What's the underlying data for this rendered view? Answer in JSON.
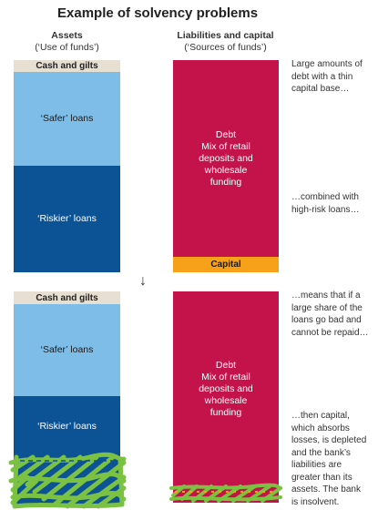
{
  "title": "Example of solvency problems",
  "assets_header": {
    "title": "Assets",
    "subtitle": "(‘Use of funds’)"
  },
  "liabilities_header": {
    "title": "Liabilities and capital",
    "subtitle": "(‘Sources of funds’)"
  },
  "top": {
    "cash": "Cash and gilts",
    "safer": "‘Safer’ loans",
    "riskier": "‘Riskier’ loans",
    "debt": [
      "Debt",
      "Mix of retail",
      "deposits and",
      "wholesale",
      "funding"
    ],
    "capital": "Capital",
    "note1": [
      "Large amounts of",
      "debt with a thin",
      "capital base…"
    ],
    "note2": [
      "…combined with",
      "high-risk loans…"
    ]
  },
  "arrow": "↓",
  "bottom": {
    "cash": "Cash and gilts",
    "safer": "‘Safer’ loans",
    "riskier": "‘Riskier’ loans",
    "debt": [
      "Debt",
      "Mix of retail",
      "deposits and",
      "wholesale",
      "funding"
    ],
    "note1": [
      "…means that if a",
      "large share of the",
      "loans go bad and",
      "cannot be repaid…"
    ],
    "note2": [
      "…then capital,",
      "which absorbs",
      "losses, is depleted",
      "and the bank’s",
      "liabilities are",
      "greater than its",
      "assets. The bank",
      "is insolvent."
    ]
  },
  "colors": {
    "cash": "#e7dfd2",
    "safer": "#7dbde8",
    "riskier": "#0c5396",
    "debt": "#c4134a",
    "capital": "#f7a11a",
    "loss_hatch": "#7cc242"
  }
}
